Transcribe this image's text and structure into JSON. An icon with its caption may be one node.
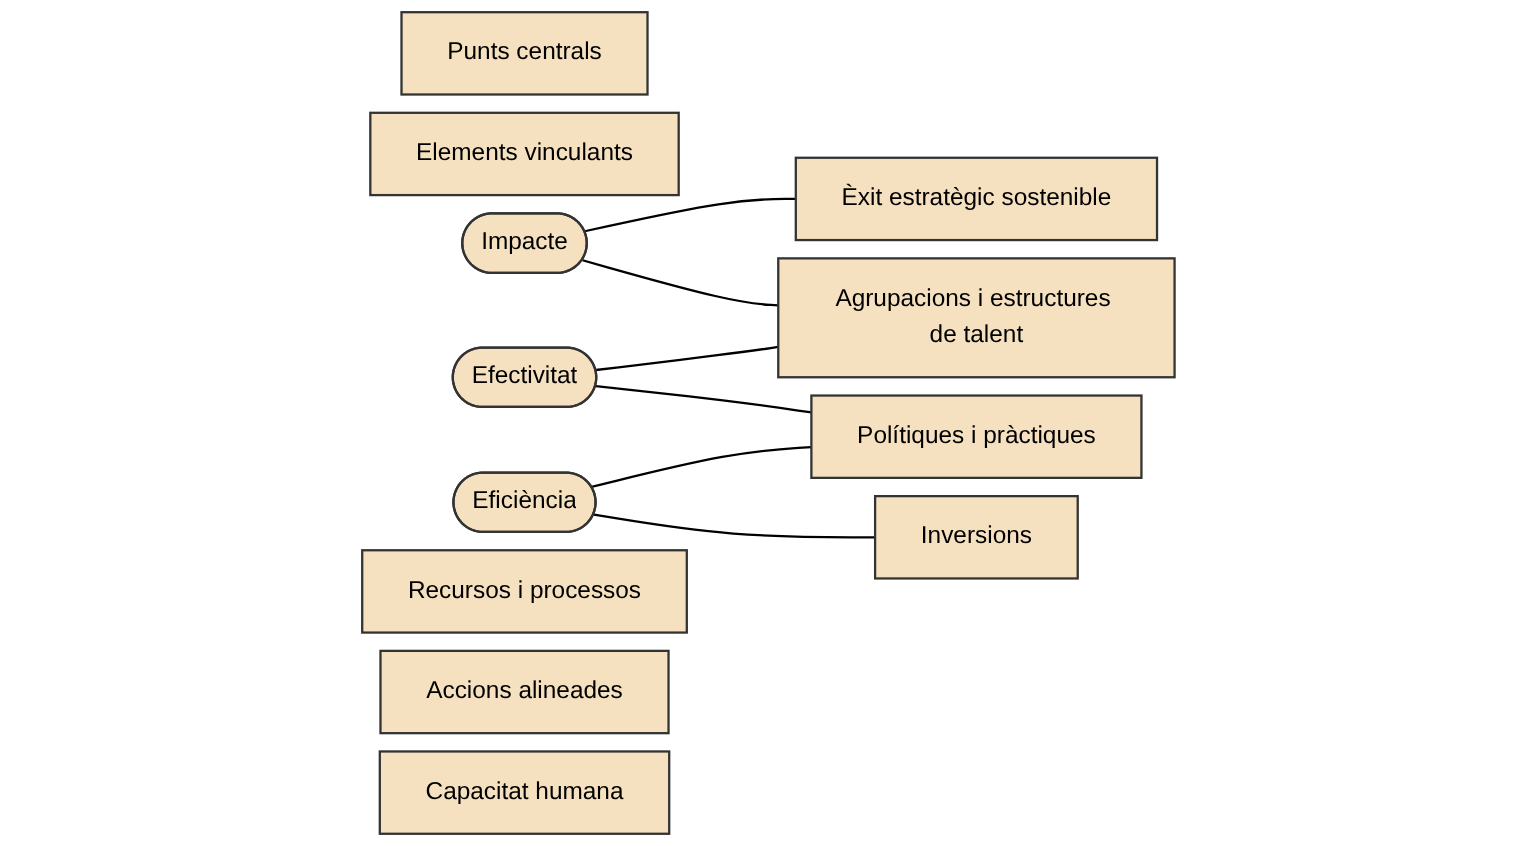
{
  "diagram": {
    "nodes": [
      {
        "text": [
          "Punts centrals"
        ]
      },
      {
        "text": [
          "Elements vinculants"
        ]
      },
      {
        "text": [
          "Impacte"
        ]
      },
      {
        "text": [
          "Efectivitat"
        ]
      },
      {
        "text": [
          "Eficiència"
        ]
      },
      {
        "text": [
          "Èxit estratègic sostenible"
        ]
      },
      {
        "text": [
          "Recursos i processos"
        ]
      },
      {
        "text": [
          "Agrupacions i estructures de talent"
        ]
      },
      {
        "text": [
          "Accions alineades"
        ]
      },
      {
        "text": [
          "Capacitat humana"
        ]
      },
      {
        "text": [
          "Polítiques i pràctiques"
        ]
      },
      {
        "text": [
          "Inversions"
        ]
      }
    ],
    "edges": [
      {
        "from": 2,
        "to": 5,
        "arrow": "none"
      },
      {
        "from": 2,
        "to": 7,
        "arrow": "none"
      },
      {
        "from": 3,
        "to": 7,
        "arrow": "none"
      },
      {
        "from": 3,
        "to": 10,
        "arrow": "none"
      },
      {
        "from": 4,
        "to": 10,
        "arrow": "none"
      },
      {
        "from": 4,
        "to": 11,
        "arrow": "none"
      }
    ]
  }
}
